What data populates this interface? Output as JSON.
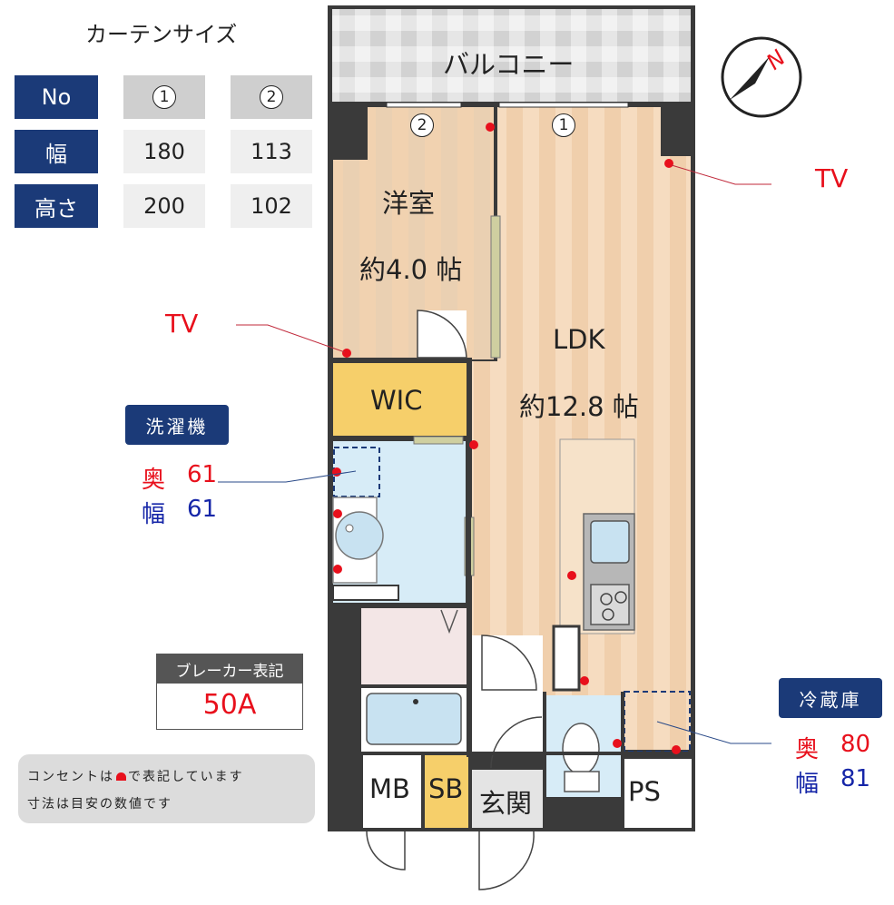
{
  "curtain_size": {
    "title": "カーテンサイズ",
    "header": "No",
    "rows": [
      {
        "label": "幅",
        "v1": "180",
        "v2": "113"
      },
      {
        "label": "高さ",
        "v1": "200",
        "v2": "102"
      }
    ],
    "cols": [
      "1",
      "2"
    ]
  },
  "balcony": "バルコニー",
  "tv_label": "TV",
  "rooms": {
    "western": "洋室",
    "western_size": "約4.0 帖",
    "ldk": "LDK",
    "ldk_size": "約12.8 帖",
    "wic": "WIC",
    "mb": "MB",
    "sb": "SB",
    "entrance": "玄関",
    "ps": "PS"
  },
  "washer": {
    "title": "洗濯機",
    "depth_label": "奥",
    "depth": "61",
    "width_label": "幅",
    "width": "61"
  },
  "fridge": {
    "title": "冷蔵庫",
    "depth_label": "奥",
    "depth": "80",
    "width_label": "幅",
    "width": "81"
  },
  "breaker": {
    "title": "ブレーカー表記",
    "value": "50A"
  },
  "notes": {
    "line1_pre": "コンセントは",
    "line1_post": "で表記しています",
    "line2": "寸法は目安の数値です"
  },
  "compass_letter": "N",
  "colors": {
    "navy": "#1b3a78",
    "outlet_red": "#e8101c",
    "wall": "#3a3a3a",
    "floor": "#f3d9bd"
  }
}
